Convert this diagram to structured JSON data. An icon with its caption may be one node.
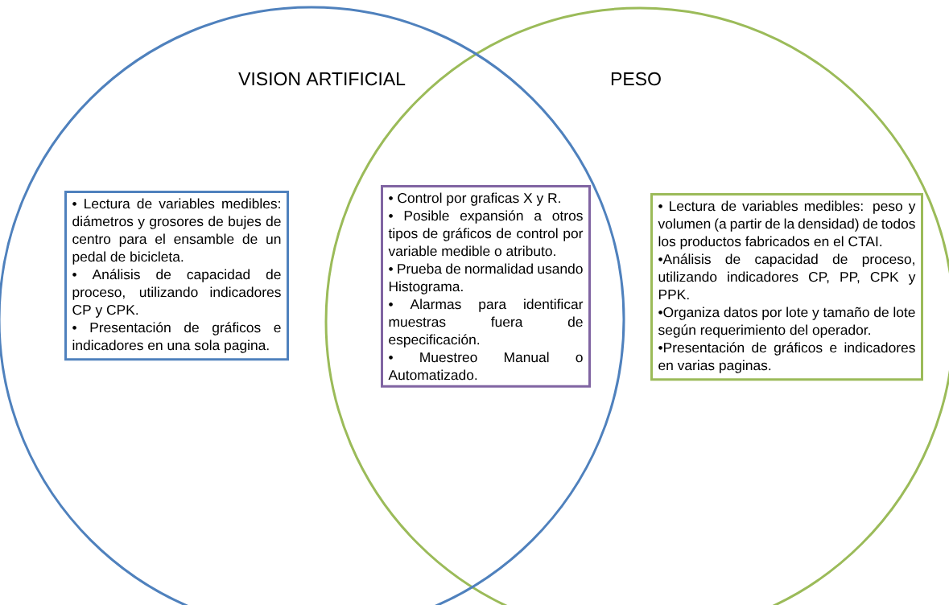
{
  "diagram": {
    "nodes": [
      {
        "text": [
          "VISION ARTIFICIAL"
        ]
      },
      {
        "text": [
          "PESO"
        ]
      },
      {
        "text": [
          "• Lectura de variables medibles: diámetros y grosores de bujes de centro para el ensamble de un pedal de bicicleta.",
          "• Análisis de capacidad de proceso, utilizando indicadores CP y CPK.",
          "• Presentación de gráficos e indicadores en una sola pagina."
        ],
        "in": 0
      },
      {
        "text": [
          "• Control por graficas X y R.",
          "• Posible expansión a otros tipos de gráficos de control por variable medible o atributo.",
          "• Prueba de normalidad usando Histograma.",
          "• Alarmas para identificar muestras fuera de especificación.",
          "• Muestreo Manual o Automatizado."
        ]
      },
      {
        "text": [
          "• Lectura de variables medibles: peso y volumen (a partir de la densidad) de todos los productos fabricados en el CTAI.",
          "•Análisis de capacidad de proceso, utilizando indicadores CP, PP, CPK y PPK.",
          "•Organiza datos por lote y tamaño de lote según requerimiento del operador.",
          "•Presentación de gráficos e indicadores en varias paginas."
        ],
        "in": 1
      }
    ]
  }
}
